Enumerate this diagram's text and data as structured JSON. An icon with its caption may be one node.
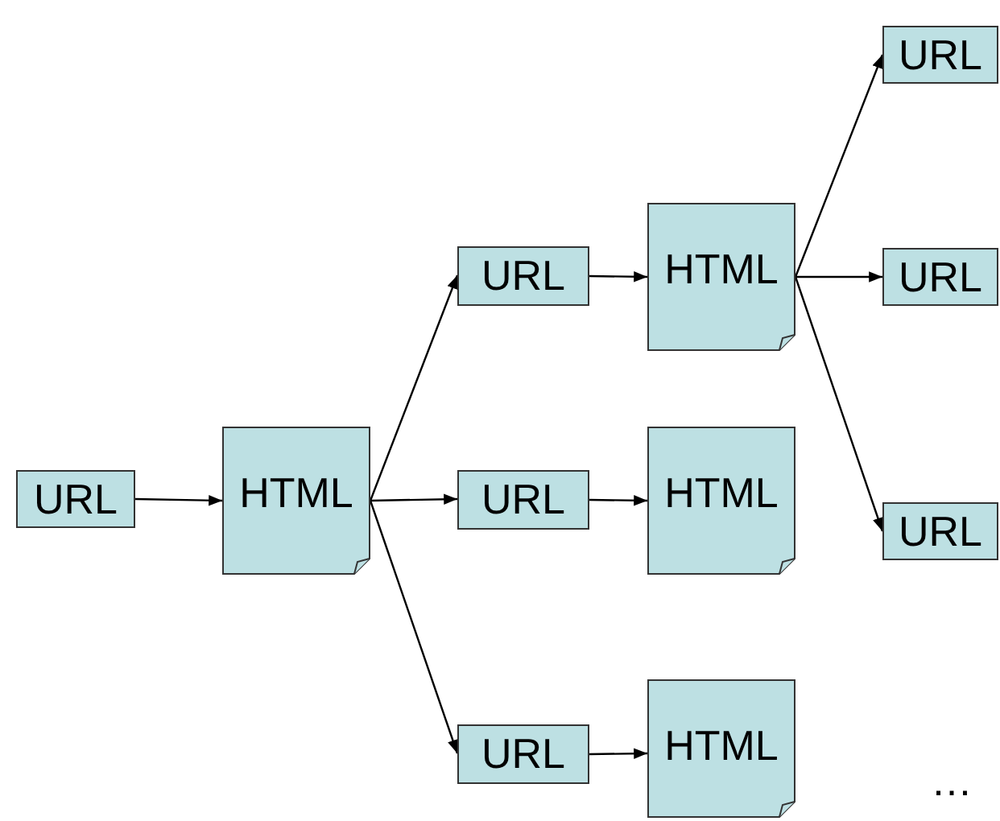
{
  "diagram": {
    "nodes": [
      {
        "text": [
          "URL"
        ]
      },
      {
        "text": [
          "HTML"
        ]
      },
      {
        "text": [
          "URL"
        ]
      },
      {
        "text": [
          "URL"
        ]
      },
      {
        "text": [
          "URL"
        ]
      },
      {
        "text": [
          "HTML"
        ]
      },
      {
        "text": [
          "HTML"
        ]
      },
      {
        "text": [
          "HTML"
        ]
      },
      {
        "text": [
          "URL"
        ]
      },
      {
        "text": [
          "URL"
        ]
      },
      {
        "text": [
          "URL"
        ]
      }
    ],
    "edges": [
      {
        "from": 0,
        "to": 1,
        "arrow": "to"
      },
      {
        "from": 1,
        "to": 2,
        "arrow": "to"
      },
      {
        "from": 1,
        "to": 3,
        "arrow": "to"
      },
      {
        "from": 1,
        "to": 4,
        "arrow": "to"
      },
      {
        "from": 2,
        "to": 5,
        "arrow": "to"
      },
      {
        "from": 3,
        "to": 6,
        "arrow": "to"
      },
      {
        "from": 4,
        "to": 7,
        "arrow": "to"
      },
      {
        "from": 5,
        "to": 8,
        "arrow": "to"
      },
      {
        "from": 5,
        "to": 9,
        "arrow": "to"
      },
      {
        "from": 5,
        "to": 10,
        "arrow": "to"
      }
    ],
    "labels": [
      "…"
    ]
  }
}
